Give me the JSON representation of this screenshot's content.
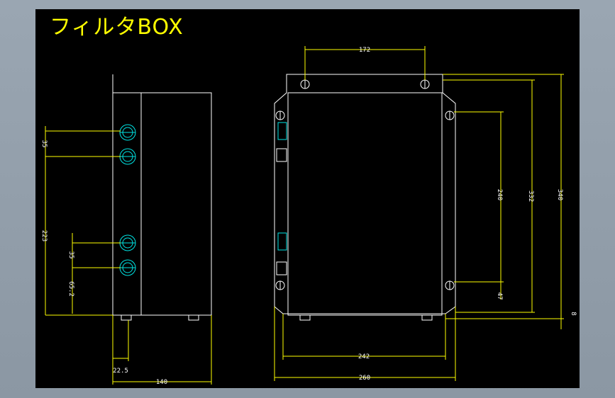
{
  "title": "フィルタBOX",
  "colors": {
    "background": "#000000",
    "frame": "#8b97a3",
    "title": "#ffff00",
    "outline": "#ffffff",
    "dimension": "#ffff00",
    "dimension_text": "#ffffff",
    "component": "#00e5e5"
  },
  "dimensions": {
    "top_width": "172",
    "front_inner_width": "242",
    "front_total_width": "260",
    "height_240": "240",
    "height_332": "332",
    "height_340": "340",
    "offset_47": "47",
    "offset_8": "8",
    "side_35_upper": "35",
    "side_223": "223",
    "side_35_lower": "35",
    "side_65_2": "65.2",
    "side_22_5": "22.5",
    "side_140": "140"
  }
}
